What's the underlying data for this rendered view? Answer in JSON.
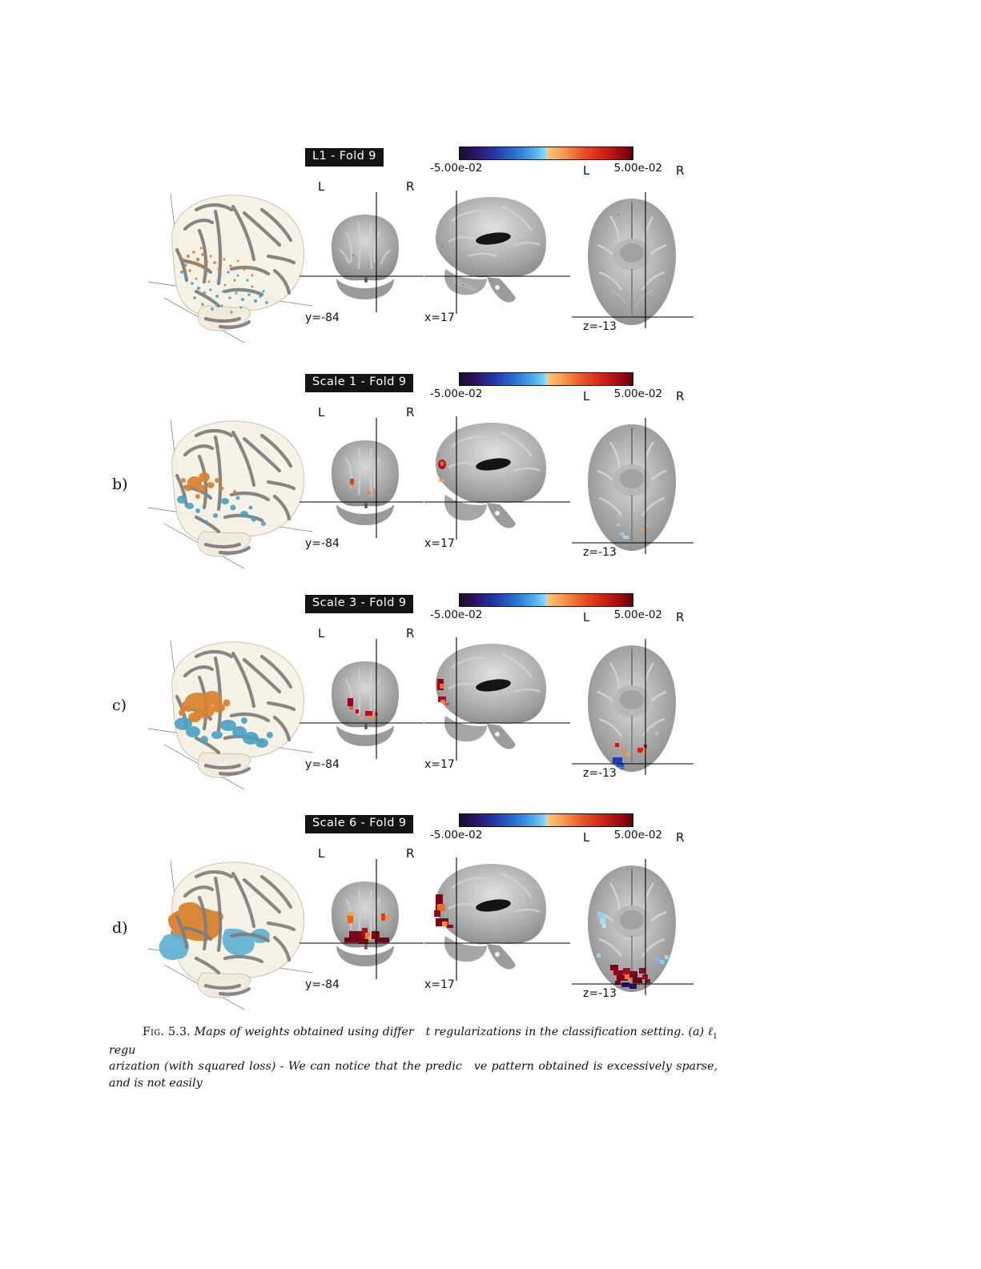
{
  "figure": {
    "caption_label": "Fig. 5.3.",
    "caption_line1": "Maps of weights obtained using differ",
    "caption_line1b": "t regularizations in the classification setting. (a) ",
    "caption_ell": "ℓ",
    "caption_ell_sub": "1",
    "caption_line1c": " regu",
    "caption_line2a": "arization (with squared loss) - We can notice that the predic",
    "caption_line2b": "ve pattern obtained is excessively sparse, and is not",
    "caption_line3": "easily"
  },
  "colormap": {
    "name": "cold_hot",
    "low_label": "-5.00e-02",
    "high_label": "5.00e-02",
    "low_value": -0.05,
    "high_value": 0.05,
    "negative_color": "#2437a4",
    "positive_color": "#d22416",
    "extreme_negative_color": "#1b0d2e",
    "extreme_positive_color": "#5c0108"
  },
  "slice_coords": {
    "coronal": "y=-84",
    "sagittal": "x=17",
    "axial": "z=-13",
    "left_label": "L",
    "right_label": "R"
  },
  "rows": [
    {
      "letter": "",
      "title": "L1 - Fold 9",
      "density": "very-sparse",
      "description": "Scattered isolated voxels, orange and blue speckles"
    },
    {
      "letter": "b)",
      "title": "Scale 1 - Fold 9",
      "density": "sparse",
      "description": "Small clustered blobs, mostly orange with some blue"
    },
    {
      "letter": "c)",
      "title": "Scale 3 - Fold 9",
      "density": "moderate",
      "description": "Medium clusters, orange frontal-parietal and blue occipital"
    },
    {
      "letter": "d)",
      "title": "Scale 6 - Fold 9",
      "density": "dense",
      "description": "Large contiguous blobs, strong orange and blue regions"
    }
  ],
  "chart_data": {
    "type": "heatmap",
    "title": "Maps of weights obtained using different regularizations in the classification setting",
    "views": [
      "glass-brain-3d",
      "coronal",
      "sagittal",
      "axial"
    ],
    "panels": [
      {
        "title": "L1 - Fold 9",
        "vmin": -0.05,
        "vmax": 0.05,
        "sparsity": "excessively sparse"
      },
      {
        "title": "Scale 1 - Fold 9",
        "vmin": -0.05,
        "vmax": 0.05,
        "sparsity": "sparse"
      },
      {
        "title": "Scale 3 - Fold 9",
        "vmin": -0.05,
        "vmax": 0.05,
        "sparsity": "moderate"
      },
      {
        "title": "Scale 6 - Fold 9",
        "vmin": -0.05,
        "vmax": 0.05,
        "sparsity": "dense"
      }
    ],
    "colorbar": {
      "min": -0.05,
      "max": 0.05,
      "min_label": "-5.00e-02",
      "max_label": "5.00e-02"
    },
    "cut_coords": {
      "x": 17,
      "y": -84,
      "z": -13
    }
  }
}
